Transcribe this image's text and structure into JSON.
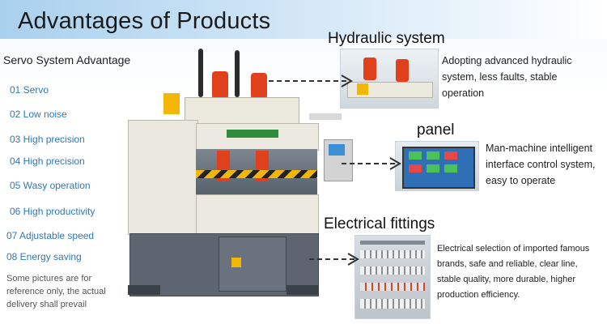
{
  "header": {
    "title": "Advantages of Products"
  },
  "servo": {
    "heading": "Servo System Advantage",
    "items": [
      "01 Servo",
      "02 Low noise",
      "03 High precision",
      "04 High precision",
      "05 Wasy operation",
      "06 High productivity",
      "07  Adjustable speed",
      "08 Energy saving"
    ],
    "note": "Some pictures are for reference only, the actual delivery shall prevail"
  },
  "sections": {
    "hydraulic": {
      "title": "Hydraulic system",
      "lines": [
        "Adopting advanced hydraulic",
        "system, less faults, stable",
        "operation"
      ]
    },
    "panel": {
      "title": "panel",
      "lines": [
        "Man-machine intelligent",
        "interface control system,",
        "easy to operate"
      ]
    },
    "electrical": {
      "title": "Electrical fittings",
      "lines": [
        "Electrical selection of imported famous",
        "brands, safe and reliable, clear line,",
        "stable quality, more durable, higher",
        "production efficiency."
      ]
    }
  },
  "colors": {
    "header_gradient_start": "#a9d0ee",
    "feature_text": "#2f78b6",
    "machine_body": "#e9e7de",
    "machine_base": "#5d6670",
    "cylinder": "#e0401c",
    "hazard_yellow": "#f2b705"
  }
}
